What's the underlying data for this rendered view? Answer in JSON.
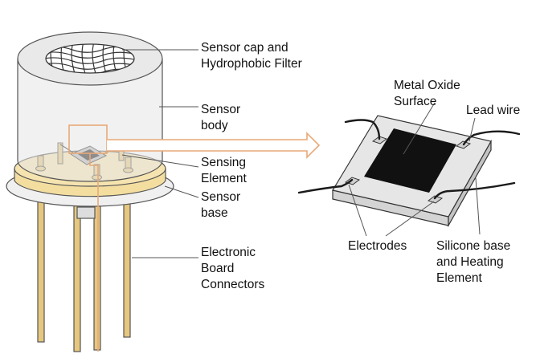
{
  "labels": {
    "cap_line1": "Sensor cap and",
    "cap_line2": "Hydrophobic Filter",
    "body_line1": "Sensor",
    "body_line2": "body",
    "sensing_line1": "Sensing",
    "sensing_line2": "Element",
    "base_line1": "Sensor",
    "base_line2": "base",
    "connectors_line1": "Electronic",
    "connectors_line2": "Board",
    "connectors_line3": "Connectors",
    "metal_oxide_line1": "Metal Oxide",
    "metal_oxide_line2": "Surface",
    "lead_wire": "Lead wire",
    "electrodes": "Electrodes",
    "silicone_line1": "Silicone base",
    "silicone_line2": "and Heating",
    "silicone_line3": "Element"
  },
  "colors": {
    "cap_body": "#e6e6e6",
    "pins": "#e6c77f",
    "sensor_base": "#f3dea0",
    "flange": "#eeeeee",
    "highlight": "#e9a978",
    "metal_oxide": "#111111",
    "substrate": "#dcdcdc"
  }
}
